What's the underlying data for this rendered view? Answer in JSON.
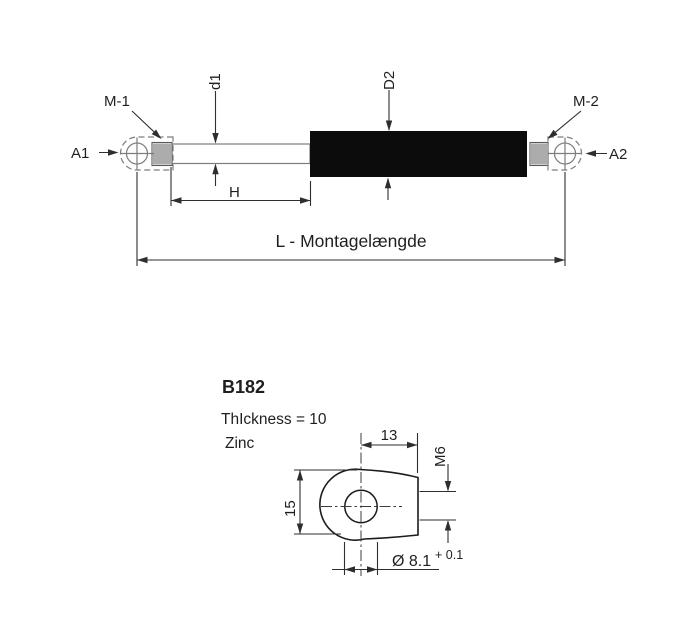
{
  "colors": {
    "background": "#ffffff",
    "line_dark": "#2e2e2e",
    "line_gray": "#7d7d7d",
    "body_fill": "#0c0c0c",
    "text": "#1f1f1f"
  },
  "main_view": {
    "end_fitting_1_label": "M-1",
    "end_fitting_2_label": "M-2",
    "connection_1_label": "A1",
    "connection_2_label": "A2",
    "rod_diameter_label": "d1",
    "tube_diameter_label": "D2",
    "rod_length_label": "H",
    "mounting_length_label": "L - Montagelængde"
  },
  "detail_view": {
    "part_number": "B182",
    "thickness_note": "ThIckness = 10",
    "material_note": "Zinc",
    "width_dim": "13",
    "thread_dim": "M6",
    "height_dim": "15",
    "hole_diameter_dim": "Ø 8.1",
    "hole_tolerance": "+ 0.1"
  }
}
